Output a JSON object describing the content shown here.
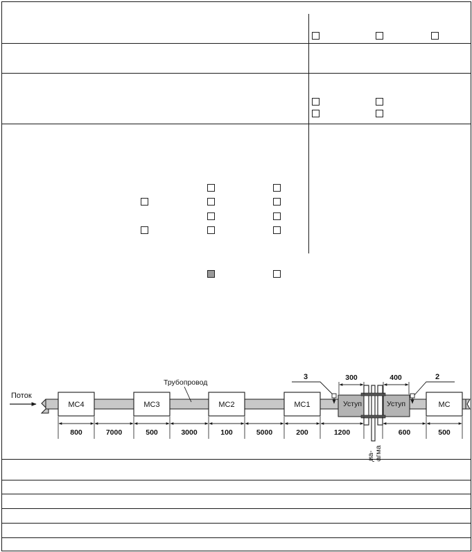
{
  "form": {
    "checkboxes": [
      {
        "id": "r1-opt1",
        "checked": false
      },
      {
        "id": "r1-opt2",
        "checked": false
      },
      {
        "id": "r1-opt3",
        "checked": false
      },
      {
        "id": "r3-a1",
        "checked": false
      },
      {
        "id": "r3-a2",
        "checked": false
      },
      {
        "id": "r3-b1",
        "checked": false
      },
      {
        "id": "r3-b2",
        "checked": false
      },
      {
        "id": "g-r1-c2",
        "checked": false
      },
      {
        "id": "g-r1-c3",
        "checked": false
      },
      {
        "id": "g-r2-c1",
        "checked": false
      },
      {
        "id": "g-r2-c2",
        "checked": false
      },
      {
        "id": "g-r2-c3",
        "checked": false
      },
      {
        "id": "g-r3-c2",
        "checked": false
      },
      {
        "id": "g-r3-c3",
        "checked": false
      },
      {
        "id": "g-r4-c1",
        "checked": false
      },
      {
        "id": "g-r4-c2",
        "checked": false
      },
      {
        "id": "g-r4-c3",
        "checked": false
      },
      {
        "id": "sel-1",
        "checked": true
      },
      {
        "id": "sel-2",
        "checked": false
      }
    ]
  },
  "diagram": {
    "flow_label": "Поток",
    "pipeline_label": "Трубопровод",
    "sections": [
      {
        "label": "МС4",
        "length": "800"
      },
      {
        "label": "",
        "length": "7000"
      },
      {
        "label": "МС3",
        "length": "500"
      },
      {
        "label": "",
        "length": "3000"
      },
      {
        "label": "МС2",
        "length": "100"
      },
      {
        "label": "",
        "length": "5000"
      },
      {
        "label": "МС1",
        "length": "200"
      },
      {
        "label": "",
        "length": "1200"
      },
      {
        "label": "",
        "length": "600"
      },
      {
        "label": "МС",
        "length": "500"
      }
    ],
    "step_label": "Уступ",
    "step_length_left": "300",
    "step_length_right": "400",
    "callout_left": "3",
    "callout_right": "2",
    "diaphragm_label_1": "Диа-",
    "diaphragm_label_2": "фрагма"
  },
  "colors": {
    "pipe_fill": "#c8c8c8",
    "step_fill": "#b4b4b4",
    "checked_fill": "#9a9a9a",
    "line": "#1a1a1a"
  }
}
